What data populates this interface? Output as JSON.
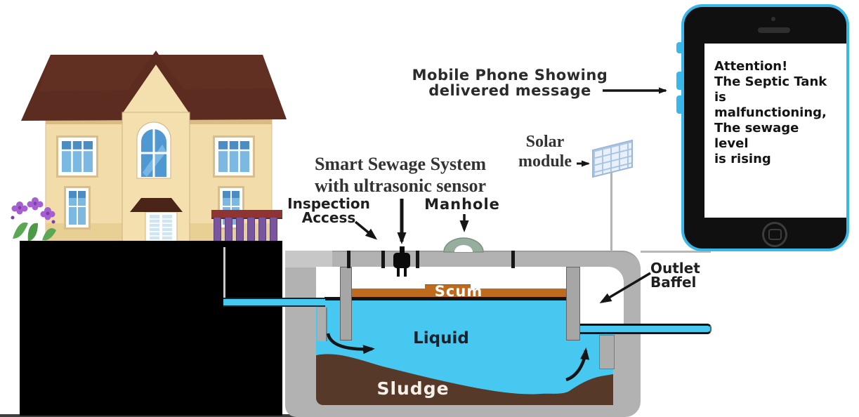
{
  "annotations": {
    "mobile_phone": {
      "line1": "Mobile Phone Showing",
      "line2": "delivered message"
    },
    "solar": {
      "line1": "Solar",
      "line2": "module"
    },
    "smart_system": {
      "line1": "Smart Sewage System",
      "line2": "with ultrasonic sensor"
    },
    "inspection": {
      "line1": "Inspection",
      "line2": "Access"
    },
    "manhole": "Manhole",
    "outlet_baffle": {
      "line1": "Outlet",
      "line2": "Baffel"
    }
  },
  "tank_layers": {
    "scum": "Scum",
    "liquid": "Liquid",
    "sludge": "Sludge"
  },
  "phone": {
    "message_lines": [
      "Attention!",
      "The Septic Tank",
      "is",
      "malfunctioning,",
      "The sewage",
      "level",
      "is rising"
    ]
  },
  "colors": {
    "liquid_cyan": "#47c8f0",
    "scum_orange": "#bf6b1e",
    "sludge_brown": "#57392a",
    "tank_gray": "#b2b2b2",
    "phone_accent": "#39b7e9",
    "roof_brown": "#5b2c1f",
    "wall_cream": "#f2dcaa",
    "fence_rail_red": "#8f3333",
    "fence_slat_purple": "#7a569f",
    "underground_black": "#000000"
  }
}
